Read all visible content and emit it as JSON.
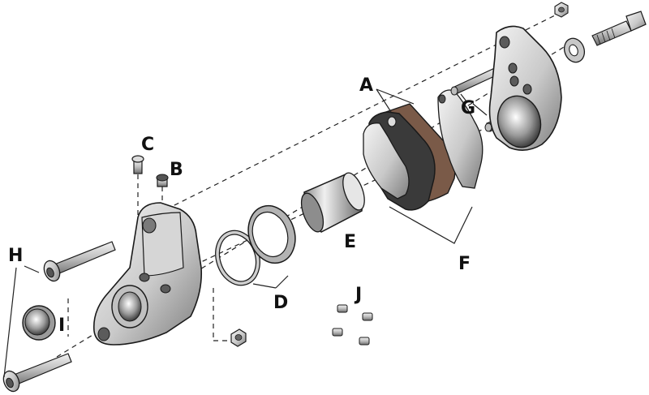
{
  "diagram": {
    "labels": {
      "a": "A",
      "b": "B",
      "c": "C",
      "d": "D",
      "e": "E",
      "f": "F",
      "g": "G",
      "h": "H",
      "i": "I",
      "j": "J"
    },
    "colors": {
      "metal_light": "#e9e9e9",
      "metal_mid": "#b9b9b9",
      "metal_dark": "#6f6f6f",
      "outline": "#1a1a1a",
      "pad_friction": "#7a5a48",
      "pad_backing": "#3a3a3a",
      "leader": "#222222"
    }
  }
}
